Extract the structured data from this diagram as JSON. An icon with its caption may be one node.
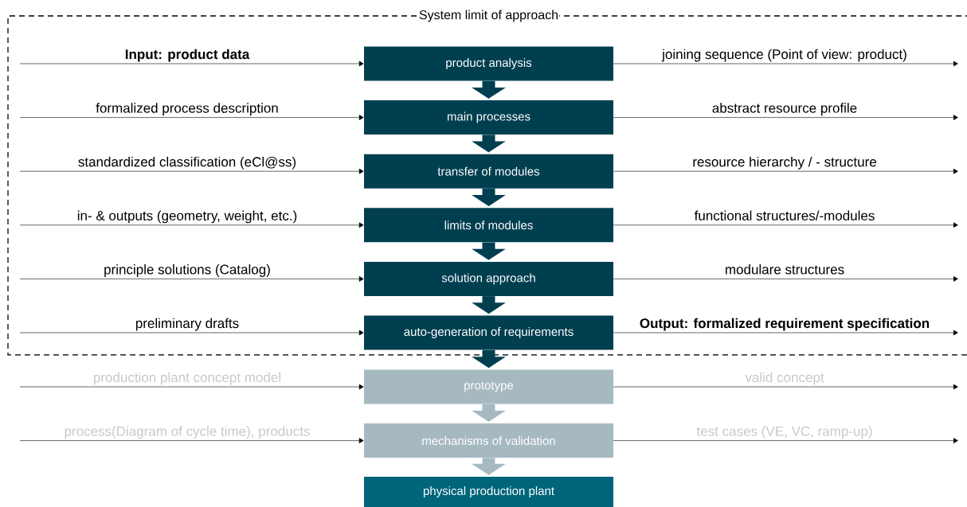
{
  "diagram": {
    "nodes": [
      {
        "text": [
          "System limit of approach"
        ]
      },
      {
        "text": [
          "product analysis"
        ],
        "in": 0
      },
      {
        "text": [
          "main processes"
        ],
        "in": 0
      },
      {
        "text": [
          "transfer of modules"
        ],
        "in": 0
      },
      {
        "text": [
          "limits of modules"
        ],
        "in": 0
      },
      {
        "text": [
          "solution approach"
        ],
        "in": 0
      },
      {
        "text": [
          "auto-generation of requirements"
        ],
        "in": 0
      },
      {
        "text": [
          "prototype"
        ]
      },
      {
        "text": [
          "mechanisms of validation"
        ]
      },
      {
        "text": [
          "physical production plant"
        ]
      }
    ],
    "edges": [
      {
        "from": 1,
        "to": 2,
        "arrow": "to",
        "style": "thick"
      },
      {
        "from": 2,
        "to": 3,
        "arrow": "to",
        "style": "thick"
      },
      {
        "from": 3,
        "to": 4,
        "arrow": "to",
        "style": "thick"
      },
      {
        "from": 4,
        "to": 5,
        "arrow": "to",
        "style": "thick"
      },
      {
        "from": 5,
        "to": 6,
        "arrow": "to",
        "style": "thick"
      },
      {
        "from": 6,
        "to": 7,
        "arrow": "to",
        "style": "thick"
      },
      {
        "from": 7,
        "to": 8,
        "arrow": "to",
        "style": "thick",
        "color": "#a7b9c0"
      },
      {
        "from": 8,
        "to": 9,
        "arrow": "to",
        "style": "thick",
        "color": "#a7b9c0"
      },
      {
        "from": null,
        "to": 1,
        "arrow": "to",
        "label": "Input: product data"
      },
      {
        "from": 1,
        "to": null,
        "arrow": "to",
        "label": "joining sequence (Point of view: product)"
      },
      {
        "from": null,
        "to": 2,
        "arrow": "to",
        "label": "formalized process description"
      },
      {
        "from": 2,
        "to": null,
        "arrow": "to",
        "label": "abstract resource profile"
      },
      {
        "from": null,
        "to": 3,
        "arrow": "to",
        "label": "standardized classification (eCl@ss)"
      },
      {
        "from": 3,
        "to": null,
        "arrow": "to",
        "label": "resource hierarchy / - structure"
      },
      {
        "from": null,
        "to": 4,
        "arrow": "to",
        "label": "in- & outputs (geometry, weight, etc.)"
      },
      {
        "from": 4,
        "to": null,
        "arrow": "to",
        "label": "functional structures/-modules"
      },
      {
        "from": null,
        "to": 5,
        "arrow": "to",
        "label": "principle solutions (Catalog)"
      },
      {
        "from": 5,
        "to": null,
        "arrow": "to",
        "label": "modulare structures"
      },
      {
        "from": null,
        "to": 6,
        "arrow": "to",
        "label": "preliminary drafts"
      },
      {
        "from": 6,
        "to": null,
        "arrow": "to",
        "label": "Output: formalized requirement specification"
      },
      {
        "from": null,
        "to": 7,
        "arrow": "to",
        "label": "production plant concept model"
      },
      {
        "from": 7,
        "to": null,
        "arrow": "to",
        "label": "valid concept"
      },
      {
        "from": null,
        "to": 8,
        "arrow": "to",
        "label": "process(Diagram of cycle time), products"
      },
      {
        "from": 8,
        "to": null,
        "arrow": "to",
        "label": "test cases (VE, VC, ramp-up)"
      }
    ]
  }
}
